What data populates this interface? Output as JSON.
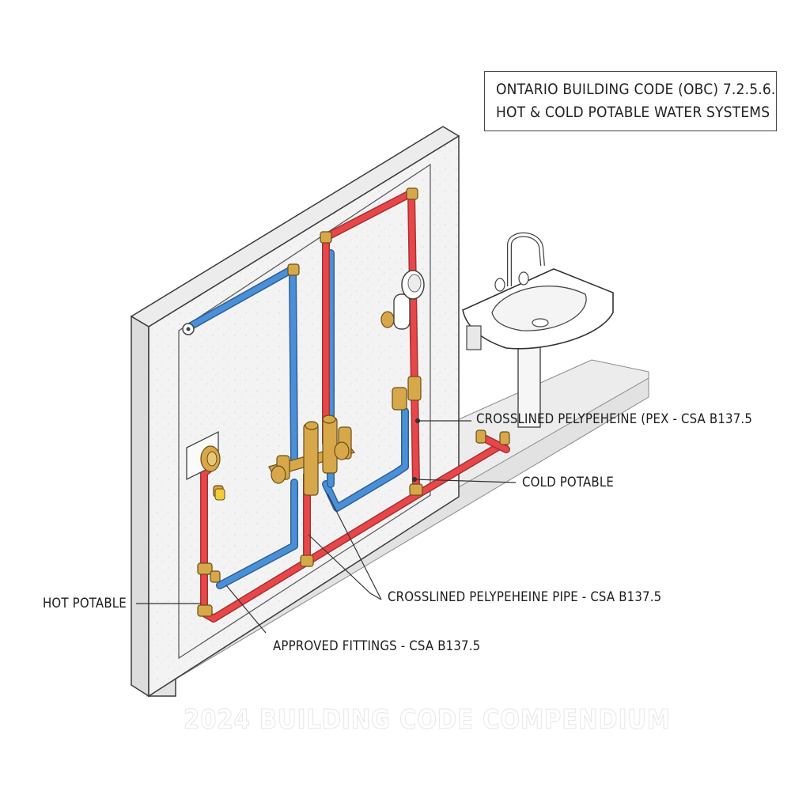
{
  "header": {
    "line1": "ONTARIO BUILDING CODE (OBC) 7.2.5.6.",
    "line2": "HOT & COLD POTABLE WATER SYSTEMS"
  },
  "labels": {
    "pex_upper": "CROSSLINED PELYPEHEINE (PEX - CSA B137.5",
    "cold_potable": "COLD POTABLE",
    "pex_pipe": "CROSSLINED PELYPEHEINE PIPE - CSA B137.5",
    "hot_potable": "HOT POTABLE",
    "fittings": "APPROVED FITTINGS - CSA B137.5"
  },
  "watermark": "2024 BUILDING CODE COMPENDIUM",
  "colors": {
    "hot_pipe": "#e8474a",
    "cold_pipe": "#4a90d9",
    "brass": "#d7a84a",
    "wall": "#f2f2f2",
    "outline": "#3a3a3a"
  }
}
